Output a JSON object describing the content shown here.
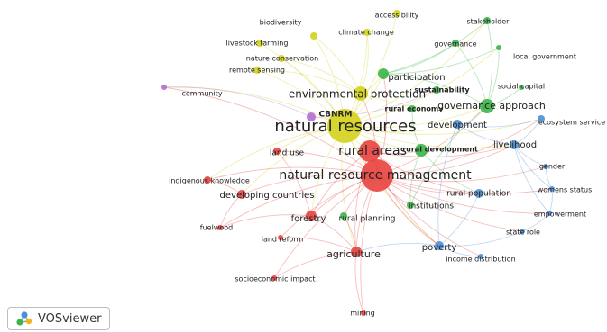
{
  "app": {
    "name": "VOSviewer",
    "logo_icon": "vosviewer-logo-icon"
  },
  "clusters": {
    "red": "#e8423f",
    "green": "#3cb44b",
    "blue": "#4b8fd6",
    "yellow": "#d4d21c",
    "purple": "#b06fd0"
  },
  "nodes": [
    {
      "id": "natural-resources",
      "label": "natural resources",
      "cluster": "yellow"
    },
    {
      "id": "natural-resource-management",
      "label": "natural resource management",
      "cluster": "red"
    },
    {
      "id": "environmental-protection",
      "label": "environmental protection",
      "cluster": "yellow"
    },
    {
      "id": "rural-areas",
      "label": "rural areas",
      "cluster": "red"
    },
    {
      "id": "governance-approach",
      "label": "governance approach",
      "cluster": "green"
    },
    {
      "id": "participation",
      "label": "participation",
      "cluster": "green"
    },
    {
      "id": "cbnrm",
      "label": "CBNRM",
      "cluster": "purple"
    },
    {
      "id": "sustainability",
      "label": "sustainability",
      "cluster": "green"
    },
    {
      "id": "rural-economy",
      "label": "rural economy",
      "cluster": "green"
    },
    {
      "id": "rural-development",
      "label": "rural development",
      "cluster": "green"
    },
    {
      "id": "development",
      "label": "development",
      "cluster": "blue"
    },
    {
      "id": "livelihood",
      "label": "livelihood",
      "cluster": "blue"
    },
    {
      "id": "agriculture",
      "label": "agriculture",
      "cluster": "red"
    },
    {
      "id": "poverty",
      "label": "poverty",
      "cluster": "blue"
    },
    {
      "id": "forestry",
      "label": "forestry",
      "cluster": "red"
    },
    {
      "id": "developing-countries",
      "label": "developing countries",
      "cluster": "red"
    },
    {
      "id": "rural-planning",
      "label": "rural planning",
      "cluster": "green"
    },
    {
      "id": "institutions",
      "label": "institutions",
      "cluster": "green"
    },
    {
      "id": "rural-population",
      "label": "rural population",
      "cluster": "blue"
    },
    {
      "id": "land-use",
      "label": "land use",
      "cluster": "red"
    },
    {
      "id": "indigenous-knowledge",
      "label": "indigenous knowledge",
      "cluster": "red"
    },
    {
      "id": "fuelwood",
      "label": "fuelwood",
      "cluster": "red"
    },
    {
      "id": "land-reform",
      "label": "land reform",
      "cluster": "red"
    },
    {
      "id": "socioeconomic-impact",
      "label": "socioeconomic impact",
      "cluster": "red"
    },
    {
      "id": "mining",
      "label": "mining",
      "cluster": "red"
    },
    {
      "id": "income-distribution",
      "label": "income distribution",
      "cluster": "blue"
    },
    {
      "id": "state-role",
      "label": "state role",
      "cluster": "blue"
    },
    {
      "id": "empowerment",
      "label": "empowerment",
      "cluster": "blue"
    },
    {
      "id": "womens-status",
      "label": "womens status",
      "cluster": "blue"
    },
    {
      "id": "gender",
      "label": "gender",
      "cluster": "blue"
    },
    {
      "id": "ecosystem-service",
      "label": "ecosystem service",
      "cluster": "blue"
    },
    {
      "id": "social-capital",
      "label": "social capital",
      "cluster": "green"
    },
    {
      "id": "local-government",
      "label": "local government",
      "cluster": "green"
    },
    {
      "id": "governance",
      "label": "governance",
      "cluster": "green"
    },
    {
      "id": "stakeholder",
      "label": "stakeholder",
      "cluster": "green"
    },
    {
      "id": "accessibility",
      "label": "accessibility",
      "cluster": "yellow"
    },
    {
      "id": "climate-change",
      "label": "climate change",
      "cluster": "yellow"
    },
    {
      "id": "biodiversity",
      "label": "biodiversity",
      "cluster": "yellow"
    },
    {
      "id": "livestock-farming",
      "label": "livestock farming",
      "cluster": "yellow"
    },
    {
      "id": "nature-conservation",
      "label": "nature conservation",
      "cluster": "yellow"
    },
    {
      "id": "remote-sensing",
      "label": "remote sensing",
      "cluster": "yellow"
    },
    {
      "id": "community",
      "label": "community",
      "cluster": "purple"
    }
  ],
  "edges": [
    [
      "natural-resources",
      "natural-resource-management"
    ],
    [
      "natural-resources",
      "environmental-protection"
    ],
    [
      "natural-resources",
      "rural-areas"
    ],
    [
      "natural-resources",
      "cbnrm"
    ],
    [
      "natural-resources",
      "governance-approach"
    ],
    [
      "natural-resources",
      "participation"
    ],
    [
      "natural-resources",
      "development"
    ],
    [
      "natural-resources",
      "agriculture"
    ],
    [
      "natural-resources",
      "community"
    ],
    [
      "natural-resources",
      "biodiversity"
    ],
    [
      "natural-resources",
      "accessibility"
    ],
    [
      "natural-resources",
      "climate-change"
    ],
    [
      "natural-resources",
      "remote-sensing"
    ],
    [
      "natural-resources",
      "livestock-farming"
    ],
    [
      "natural-resources",
      "nature-conservation"
    ],
    [
      "natural-resources",
      "stakeholder"
    ],
    [
      "natural-resources",
      "local-government"
    ],
    [
      "natural-resources",
      "ecosystem-service"
    ],
    [
      "natural-resources",
      "livelihood"
    ],
    [
      "natural-resources",
      "poverty"
    ],
    [
      "natural-resources",
      "forestry"
    ],
    [
      "natural-resources",
      "land-use"
    ],
    [
      "natural-resources",
      "indigenous-knowledge"
    ],
    [
      "natural-resources",
      "developing-countries"
    ],
    [
      "natural-resources",
      "rural-development"
    ],
    [
      "natural-resource-management",
      "rural-areas"
    ],
    [
      "natural-resource-management",
      "agriculture"
    ],
    [
      "natural-resource-management",
      "forestry"
    ],
    [
      "natural-resource-management",
      "developing-countries"
    ],
    [
      "natural-resource-management",
      "poverty"
    ],
    [
      "natural-resource-management",
      "livelihood"
    ],
    [
      "natural-resource-management",
      "rural-population"
    ],
    [
      "natural-resource-management",
      "institutions"
    ],
    [
      "natural-resource-management",
      "rural-planning"
    ],
    [
      "natural-resource-management",
      "land-use"
    ],
    [
      "natural-resource-management",
      "indigenous-knowledge"
    ],
    [
      "natural-resource-management",
      "fuelwood"
    ],
    [
      "natural-resource-management",
      "land-reform"
    ],
    [
      "natural-resource-management",
      "mining"
    ],
    [
      "natural-resource-management",
      "socioeconomic-impact"
    ],
    [
      "natural-resource-management",
      "gender"
    ],
    [
      "natural-resource-management",
      "empowerment"
    ],
    [
      "natural-resource-management",
      "womens-status"
    ],
    [
      "natural-resource-management",
      "state-role"
    ],
    [
      "natural-resource-management",
      "income-distribution"
    ],
    [
      "natural-resource-management",
      "participation"
    ],
    [
      "natural-resource-management",
      "governance-approach"
    ],
    [
      "natural-resource-management",
      "community"
    ],
    [
      "natural-resource-management",
      "ecosystem-service"
    ],
    [
      "natural-resource-management",
      "environmental-protection"
    ],
    [
      "rural-areas",
      "agriculture"
    ],
    [
      "rural-areas",
      "rural-development"
    ],
    [
      "rural-areas",
      "poverty"
    ],
    [
      "rural-areas",
      "livelihood"
    ],
    [
      "rural-areas",
      "forestry"
    ],
    [
      "rural-areas",
      "rural-population"
    ],
    [
      "environmental-protection",
      "participation"
    ],
    [
      "environmental-protection",
      "governance-approach"
    ],
    [
      "environmental-protection",
      "biodiversity"
    ],
    [
      "environmental-protection",
      "nature-conservation"
    ],
    [
      "environmental-protection",
      "climate-change"
    ],
    [
      "environmental-protection",
      "remote-sensing"
    ],
    [
      "governance-approach",
      "participation"
    ],
    [
      "governance-approach",
      "governance"
    ],
    [
      "governance-approach",
      "social-capital"
    ],
    [
      "governance-approach",
      "local-government"
    ],
    [
      "governance-approach",
      "stakeholder"
    ],
    [
      "governance-approach",
      "institutions"
    ],
    [
      "participation",
      "governance"
    ],
    [
      "participation",
      "stakeholder"
    ],
    [
      "participation",
      "local-government"
    ],
    [
      "development",
      "livelihood"
    ],
    [
      "development",
      "ecosystem-service"
    ],
    [
      "development",
      "poverty"
    ],
    [
      "livelihood",
      "gender"
    ],
    [
      "livelihood",
      "womens-status"
    ],
    [
      "livelihood",
      "empowerment"
    ],
    [
      "livelihood",
      "ecosystem-service"
    ],
    [
      "poverty",
      "income-distribution"
    ],
    [
      "poverty",
      "state-role"
    ],
    [
      "poverty",
      "agriculture"
    ],
    [
      "poverty",
      "rural-population"
    ],
    [
      "agriculture",
      "mining"
    ],
    [
      "agriculture",
      "socioeconomic-impact"
    ],
    [
      "agriculture",
      "land-reform"
    ],
    [
      "agriculture",
      "forestry"
    ],
    [
      "agriculture",
      "rural-planning"
    ],
    [
      "forestry",
      "fuelwood"
    ],
    [
      "forestry",
      "land-use"
    ],
    [
      "developing-countries",
      "fuelwood"
    ],
    [
      "developing-countries",
      "indigenous-knowledge"
    ],
    [
      "rural-development",
      "institutions"
    ],
    [
      "rural-development",
      "rural-population"
    ],
    [
      "cbnrm",
      "community"
    ],
    [
      "cbnrm",
      "sustainability"
    ],
    [
      "rural-economy",
      "rural-development"
    ],
    [
      "empowerment",
      "womens-status"
    ],
    [
      "gender",
      "womens-status"
    ],
    [
      "state-role",
      "empowerment"
    ]
  ]
}
